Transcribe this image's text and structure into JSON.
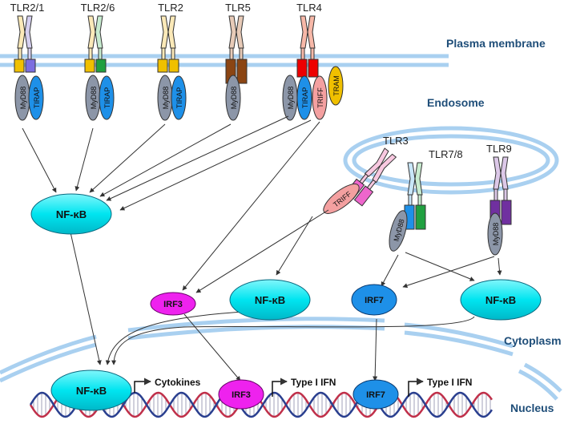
{
  "compartments": {
    "plasma_membrane": "Plasma membrane",
    "endosome": "Endosome",
    "cytoplasm": "Cytoplasm",
    "nucleus": "Nucleus"
  },
  "receptors": {
    "tlr21": "TLR2/1",
    "tlr26": "TLR2/6",
    "tlr2": "TLR2",
    "tlr5": "TLR5",
    "tlr4": "TLR4",
    "tlr3": "TLR3",
    "tlr78": "TLR7/8",
    "tlr9": "TLR9"
  },
  "adaptors": {
    "myd88": "MyD88",
    "tirap": "TIRAP",
    "triff": "TRIFF",
    "tram": "TRAM"
  },
  "factors": {
    "nfkb": "NF-κB",
    "irf3": "IRF3",
    "irf7": "IRF7"
  },
  "outputs": {
    "cytokines": "Cytokines",
    "type1ifn": "Type I IFN"
  },
  "colors": {
    "membrane": "#a9d0f0",
    "nfkb": "#00e5f0",
    "irf3": "#ee22ee",
    "irf7": "#1e90e8",
    "myd88": "#8c96a8",
    "tirap": "#1e90e8",
    "triff": "#f4a0a0",
    "tram": "#f0c000",
    "dna_a": "#c0304a",
    "dna_b": "#2a3f8f",
    "compartment_text": "#1f4e79"
  }
}
